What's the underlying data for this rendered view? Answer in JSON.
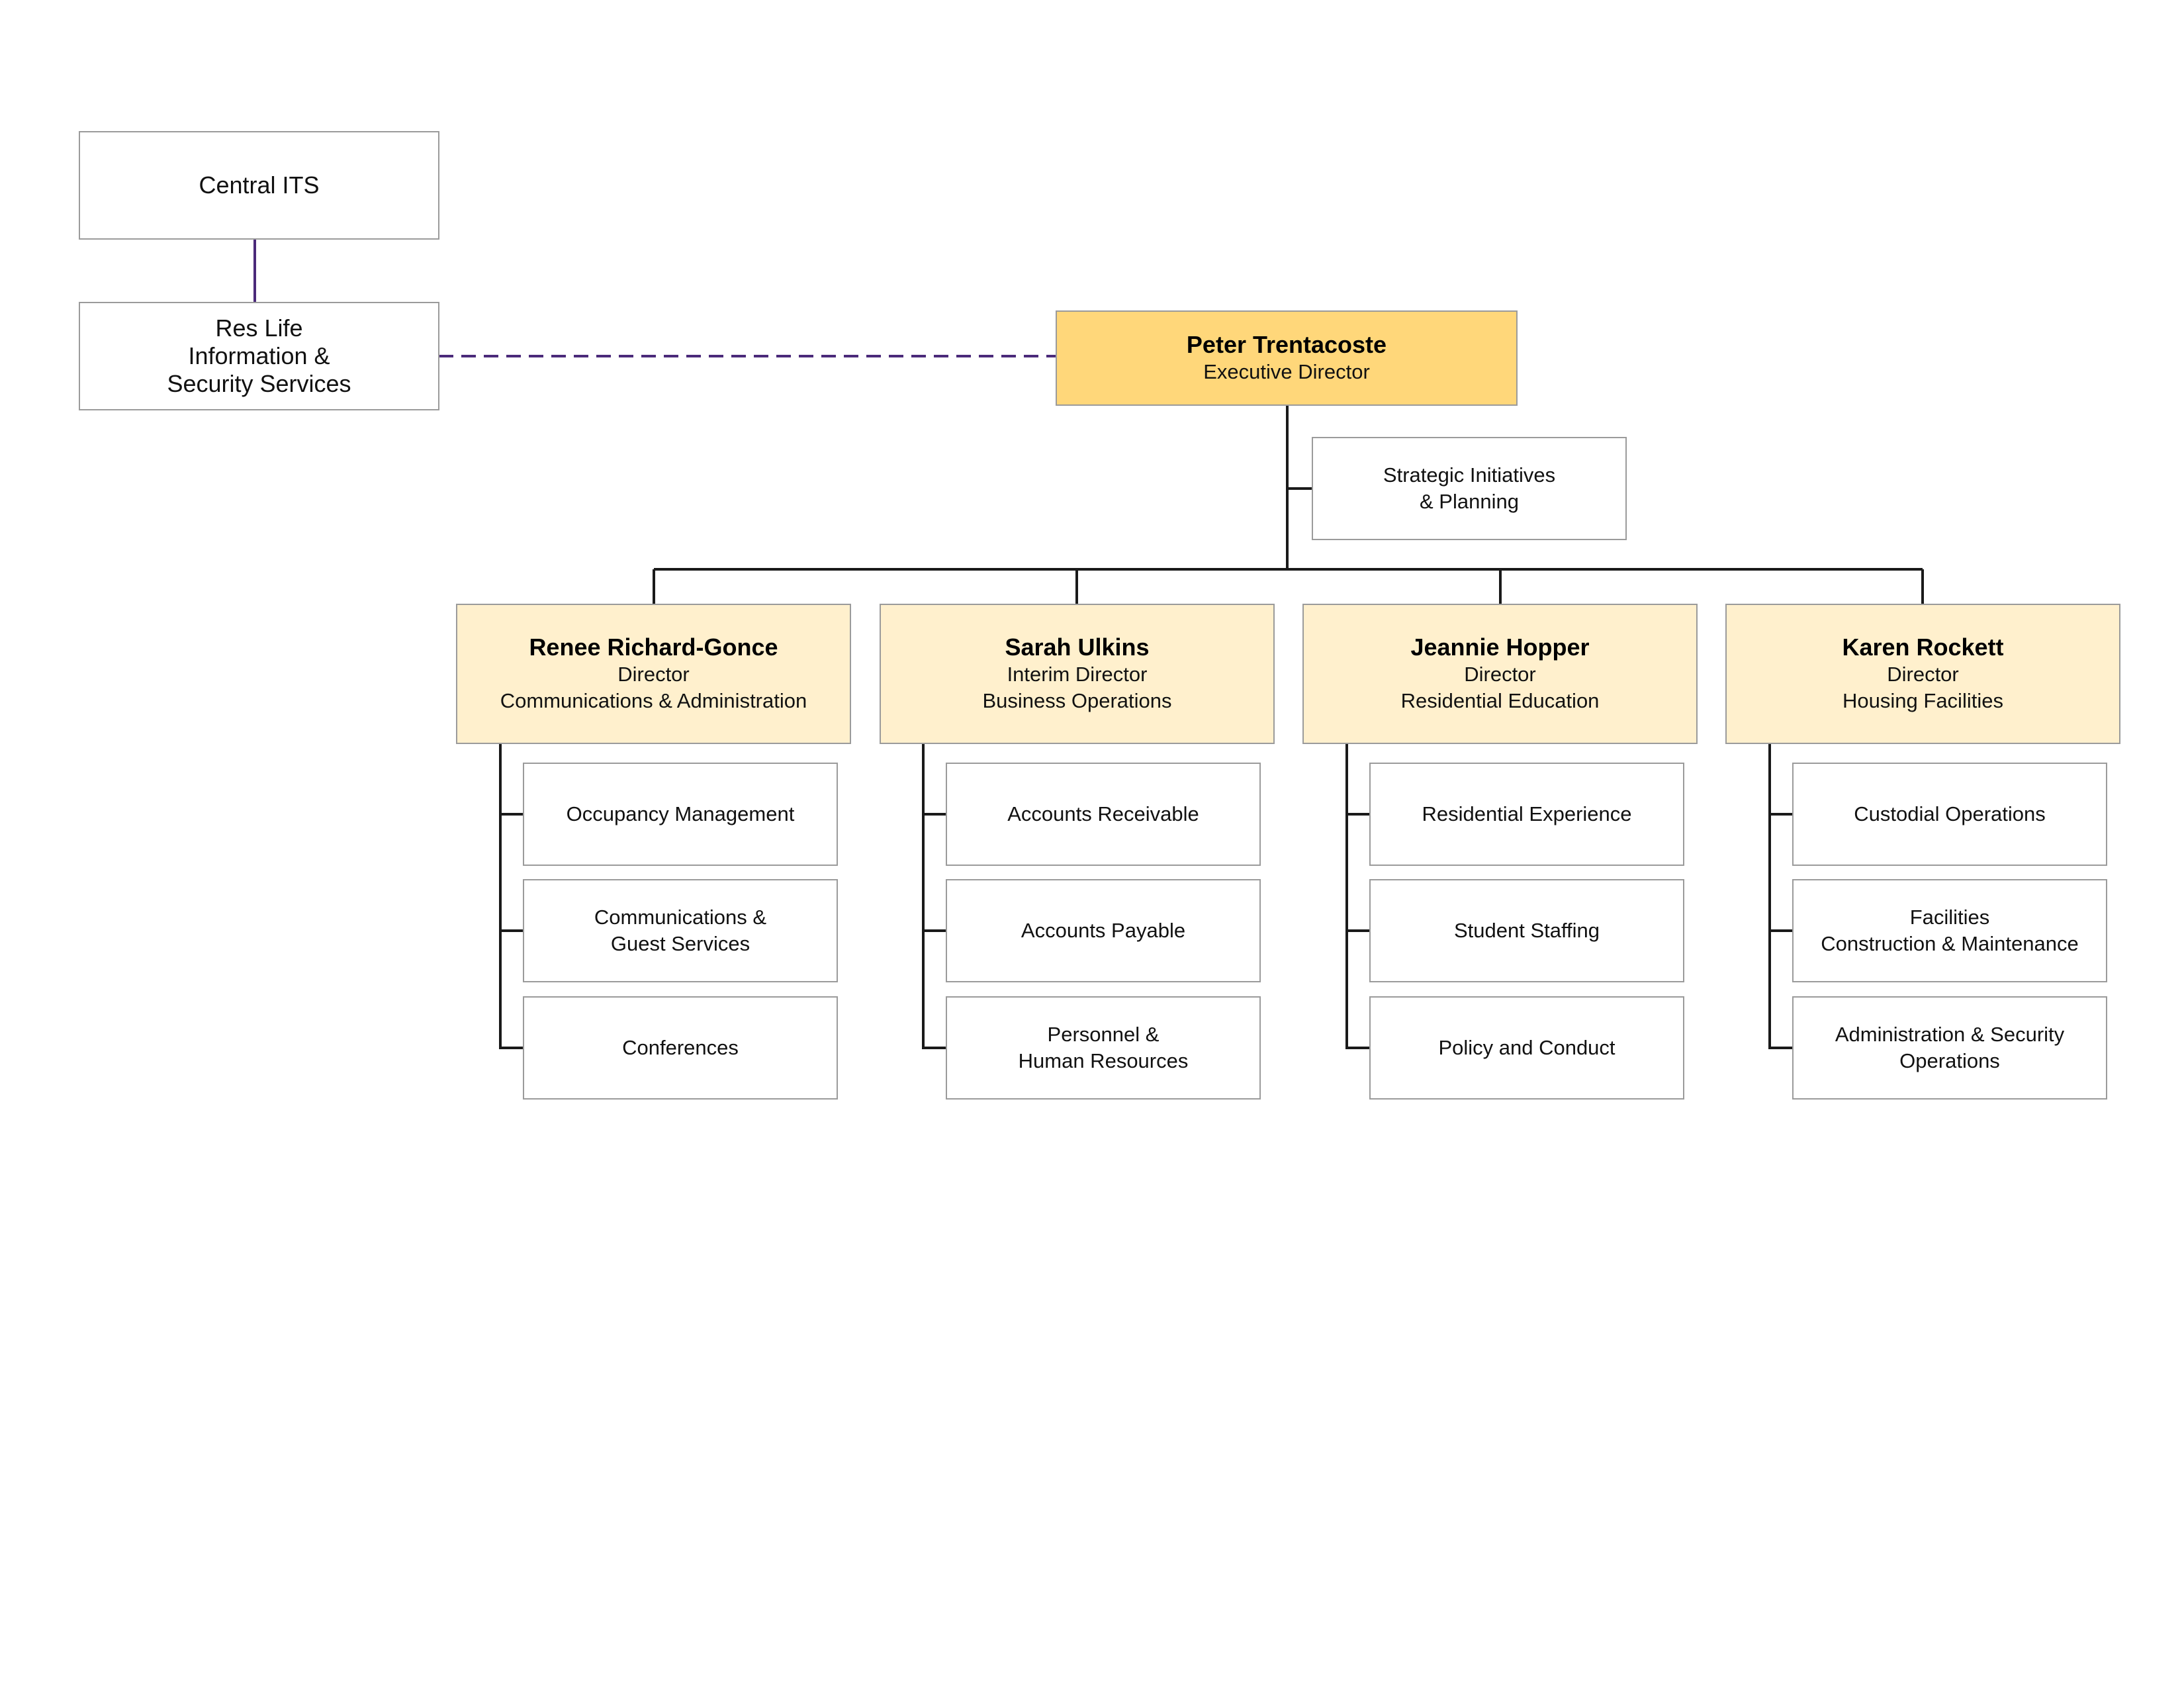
{
  "colors": {
    "executive_fill": "#ffd77a",
    "director_fill": "#fff0cd",
    "box_border": "#9b9b9b",
    "connector": "#1a1a1a",
    "its_connector": "#4b2a7a"
  },
  "its": {
    "central": "Central ITS",
    "reslife_lines": [
      "Res Life",
      "Information &",
      "Security Services"
    ]
  },
  "executive": {
    "name": "Peter Trentacoste",
    "title": "Executive Director"
  },
  "strategic": {
    "lines": [
      "Strategic Initiatives",
      "& Planning"
    ]
  },
  "directors": [
    {
      "name": "Renee Richard-Gonce",
      "title": "Director",
      "area": "Communications & Administration",
      "units": [
        [
          "Occupancy Management"
        ],
        [
          "Communications &",
          "Guest Services"
        ],
        [
          "Conferences"
        ]
      ]
    },
    {
      "name": "Sarah Ulkins",
      "title": "Interim Director",
      "area": "Business Operations",
      "units": [
        [
          "Accounts Receivable"
        ],
        [
          "Accounts Payable"
        ],
        [
          "Personnel &",
          "Human Resources"
        ]
      ]
    },
    {
      "name": "Jeannie Hopper",
      "title": "Director",
      "area": "Residential Education",
      "units": [
        [
          "Residential Experience"
        ],
        [
          "Student Staffing"
        ],
        [
          "Policy and Conduct"
        ]
      ]
    },
    {
      "name": "Karen Rockett",
      "title": "Director",
      "area": "Housing Facilities",
      "units": [
        [
          "Custodial Operations"
        ],
        [
          "Facilities",
          "Construction & Maintenance"
        ],
        [
          "Administration & Security",
          "Operations"
        ]
      ]
    }
  ]
}
